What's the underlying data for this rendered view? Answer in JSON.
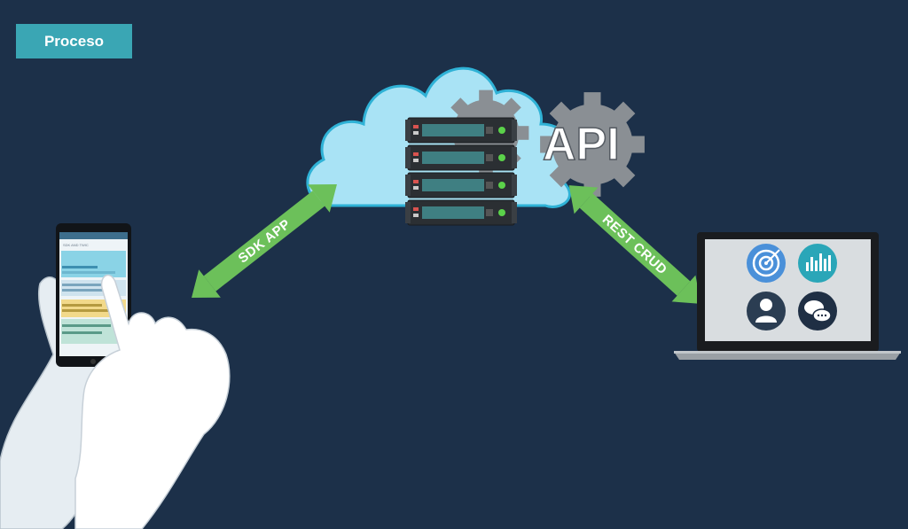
{
  "badge": {
    "label": "Proceso"
  },
  "diagram": {
    "api_label": "API",
    "left_arrow_label": "SDK APP",
    "right_arrow_label": "REST CRUD",
    "phone_screen_title": "SDK AND TWIC"
  },
  "colors": {
    "background": "#1c3049",
    "badge": "#3aa6b4",
    "arrow": "#6cc05a",
    "cloud_fill": "#a9e3f5",
    "cloud_stroke": "#2fb2d6",
    "gear": "#8a8f94",
    "server": "#2b2f33"
  },
  "icons": {
    "server": "server-rack-icon",
    "gear": "gear-icon",
    "target": "target-icon",
    "chart": "bar-chart-icon",
    "user": "user-icon",
    "chat": "chat-bubble-icon"
  }
}
